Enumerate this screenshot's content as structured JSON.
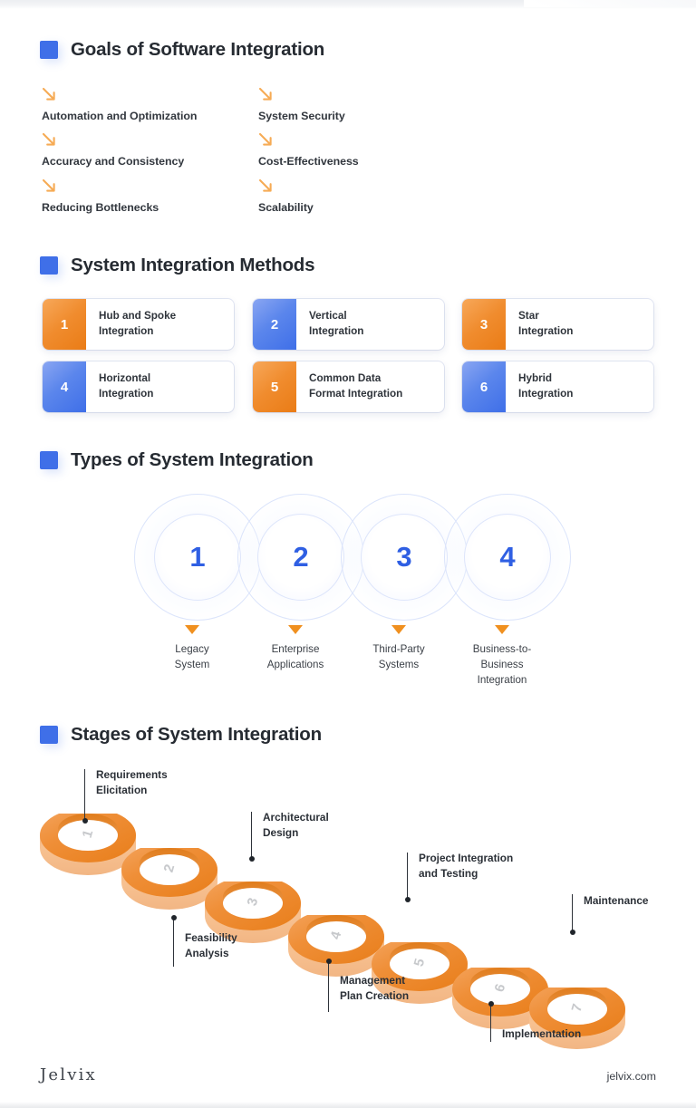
{
  "theme": {
    "accent_blue": "#3f6fe8",
    "accent_orange": "#ea7c16",
    "heading_color": "#262b32",
    "ring_top": "#ed8b33",
    "ring_side": "#f5b97d"
  },
  "sections": {
    "goals": {
      "title": "Goals of Software Integration",
      "items": [
        {
          "label": "Automation and Optimization"
        },
        {
          "label": "System Security"
        },
        {
          "label": "Accuracy and Consistency"
        },
        {
          "label": "Cost-Effectiveness"
        },
        {
          "label": "Reducing Bottlenecks"
        },
        {
          "label": "Scalability"
        }
      ]
    },
    "methods": {
      "title": "System Integration Methods",
      "cards": [
        {
          "num": "1",
          "label": "Hub and Spoke\nIntegration",
          "line1": "Hub and Spoke",
          "line2": "Integration",
          "color": "orange"
        },
        {
          "num": "2",
          "label": "Vertical Integration",
          "line1": "Vertical",
          "line2": "Integration",
          "color": "blue"
        },
        {
          "num": "3",
          "label": "Star Integration",
          "line1": "Star",
          "line2": "Integration",
          "color": "orange"
        },
        {
          "num": "4",
          "label": "Horizontal Integration",
          "line1": "Horizontal",
          "line2": "Integration",
          "color": "blue"
        },
        {
          "num": "5",
          "label": "Common Data Format Integration",
          "line1": "Common Data",
          "line2": "Format Integration",
          "color": "orange"
        },
        {
          "num": "6",
          "label": "Hybrid Integration",
          "line1": "Hybrid",
          "line2": "Integration",
          "color": "blue"
        }
      ]
    },
    "types": {
      "title": "Types of System Integration",
      "items": [
        {
          "num": "1",
          "line1": "Legacy",
          "line2": "System",
          "line3": ""
        },
        {
          "num": "2",
          "line1": "Enterprise",
          "line2": "Applications",
          "line3": ""
        },
        {
          "num": "3",
          "line1": "Third-Party",
          "line2": "Systems",
          "line3": ""
        },
        {
          "num": "4",
          "line1": "Business-to-",
          "line2": "Business",
          "line3": "Integration"
        }
      ]
    },
    "stages": {
      "title": "Stages of System Integration",
      "items": [
        {
          "num": "1",
          "line1": "Requirements",
          "line2": "Elicitation",
          "position": "above"
        },
        {
          "num": "2",
          "line1": "Feasibility",
          "line2": "Analysis",
          "position": "below"
        },
        {
          "num": "3",
          "line1": "Architectural",
          "line2": "Design",
          "position": "above"
        },
        {
          "num": "4",
          "line1": "Management",
          "line2": "Plan Creation",
          "position": "below"
        },
        {
          "num": "5",
          "line1": "Project Integration",
          "line2": "and Testing",
          "position": "above"
        },
        {
          "num": "6",
          "line1": "Implementation",
          "line2": "",
          "position": "below"
        },
        {
          "num": "7",
          "line1": "Maintenance",
          "line2": "",
          "position": "above"
        }
      ]
    }
  },
  "footer": {
    "logo": "Jelvix",
    "url": "jelvix.com"
  }
}
